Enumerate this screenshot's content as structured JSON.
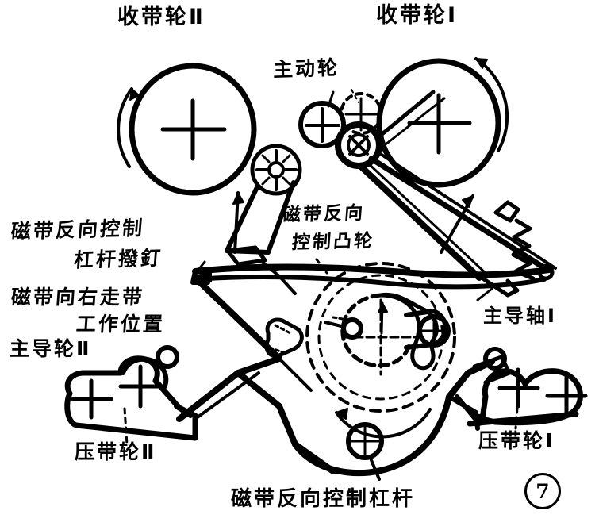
{
  "figure": {
    "title_labels": {
      "takeup_reel_2": "收带轮Ⅱ",
      "takeup_reel_1": "收带轮Ⅰ",
      "drive_wheel": "主动轮",
      "tape_reverse_control_lever_pin_line1": "磁带反向控制",
      "tape_reverse_control_lever_pin_line2": "杠杆撥釘",
      "tape_right_run_position_line1": "磁带向右走带",
      "tape_right_run_position_line2": "工作位置",
      "capstan_roller_2": "主导轮Ⅱ",
      "pinch_roller_2": "压带轮Ⅱ",
      "tape_reverse_control_cam_line1": "磁带反向",
      "tape_reverse_control_cam_line2": "控制凸轮",
      "capstan_shaft_1": "主导轴Ⅰ",
      "pinch_roller_1": "压带轮Ⅰ",
      "tape_reverse_control_lever": "磁带反向控制杠杆"
    },
    "figure_number": "7",
    "colors": {
      "ink": "#000000",
      "paper": "#ffffff"
    },
    "diagram_type": "hand-drawn mechanical schematic of a tape transport (reel-to-reel) deck"
  }
}
